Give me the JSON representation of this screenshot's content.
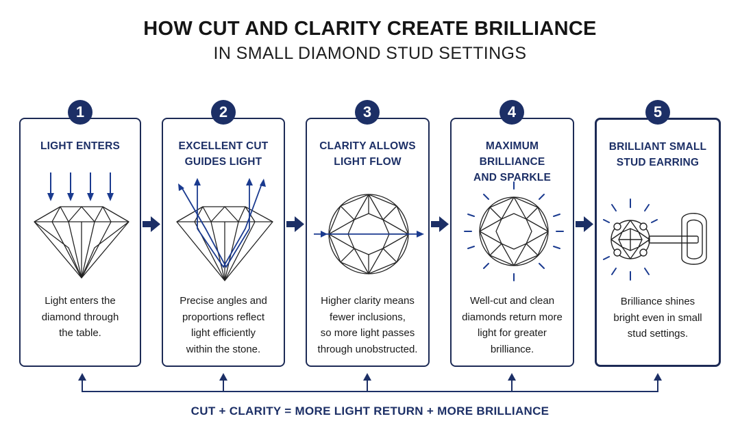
{
  "title": "HOW CUT AND CLARITY CREATE BRILLIANCE",
  "subtitle": "IN SMALL DIAMOND STUD SETTINGS",
  "steps": [
    {
      "number": "1",
      "heading": [
        "LIGHT ENTERS"
      ],
      "description": [
        "Light enters the",
        "diamond through",
        "the table."
      ]
    },
    {
      "number": "2",
      "heading": [
        "EXCELLENT CUT",
        "GUIDES LIGHT"
      ],
      "description": [
        "Precise angles and",
        "proportions reflect",
        "light efficiently",
        "within the stone."
      ]
    },
    {
      "number": "3",
      "heading": [
        "CLARITY ALLOWS",
        "LIGHT FLOW"
      ],
      "description": [
        "Higher clarity means",
        "fewer inclusions,",
        "so more light passes",
        "through unobstructed."
      ]
    },
    {
      "number": "4",
      "heading": [
        "MAXIMUM BRILLIANCE",
        "AND SPARKLE"
      ],
      "description": [
        "Well-cut and clean",
        "diamonds return more",
        "light for greater",
        "brilliance."
      ]
    },
    {
      "number": "5",
      "heading": [
        "BRILLIANT SMALL",
        "STUD EARRING"
      ],
      "description": [
        "Brilliance shines",
        "bright even in small",
        "stud settings."
      ]
    }
  ],
  "footer": "CUT + CLARITY = MORE LIGHT RETURN + MORE BRILLIANCE",
  "colors": {
    "accent": "#1c2f66",
    "line": "#1a3a8f",
    "ink": "#222222"
  }
}
